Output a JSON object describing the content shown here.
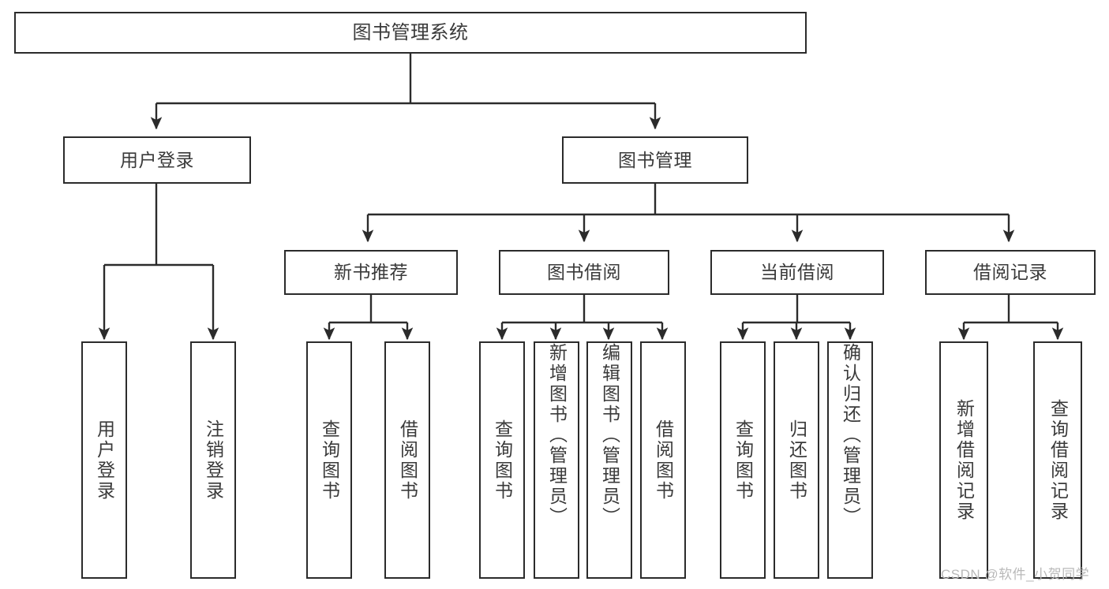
{
  "diagram": {
    "title": "图书管理系统",
    "type": "tree",
    "colors": {
      "border": "#2b2b2b",
      "text": "#3a3a3a",
      "background": "#ffffff",
      "edge": "#2b2b2b",
      "watermark": "#b9b9b9"
    },
    "nodes": {
      "root": {
        "label": "图书管理系统"
      },
      "level2": [
        {
          "id": "user-login",
          "label": "用户登录"
        },
        {
          "id": "book-manage",
          "label": "图书管理"
        }
      ],
      "level3": [
        {
          "id": "new-book-recommend",
          "label": "新书推荐"
        },
        {
          "id": "book-borrow",
          "label": "图书借阅"
        },
        {
          "id": "current-borrow",
          "label": "当前借阅"
        },
        {
          "id": "borrow-record",
          "label": "借阅记录"
        }
      ],
      "leaves": {
        "user_login": [
          {
            "id": "leaf-user-login",
            "label": "用户登录"
          },
          {
            "id": "leaf-logout",
            "label": "注销登录"
          }
        ],
        "new_book_recommend": [
          {
            "id": "leaf-query-book-1",
            "label": "查询图书"
          },
          {
            "id": "leaf-borrow-book-1",
            "label": "借阅图书"
          }
        ],
        "book_borrow": [
          {
            "id": "leaf-query-book-2",
            "label": "查询图书"
          },
          {
            "id": "leaf-add-book",
            "label": "新增图书（管理员）"
          },
          {
            "id": "leaf-edit-book",
            "label": "编辑图书（管理员）"
          },
          {
            "id": "leaf-borrow-book-2",
            "label": "借阅图书"
          }
        ],
        "current_borrow": [
          {
            "id": "leaf-query-book-3",
            "label": "查询图书"
          },
          {
            "id": "leaf-return-book",
            "label": "归还图书"
          },
          {
            "id": "leaf-confirm-return",
            "label": "确认归还（管理员）"
          }
        ],
        "borrow_record": [
          {
            "id": "leaf-add-record",
            "label": "新增借阅记录"
          },
          {
            "id": "leaf-query-record",
            "label": "查询借阅记录"
          }
        ]
      }
    }
  },
  "watermark": {
    "text": "CSDN @软件_小贺同学"
  }
}
